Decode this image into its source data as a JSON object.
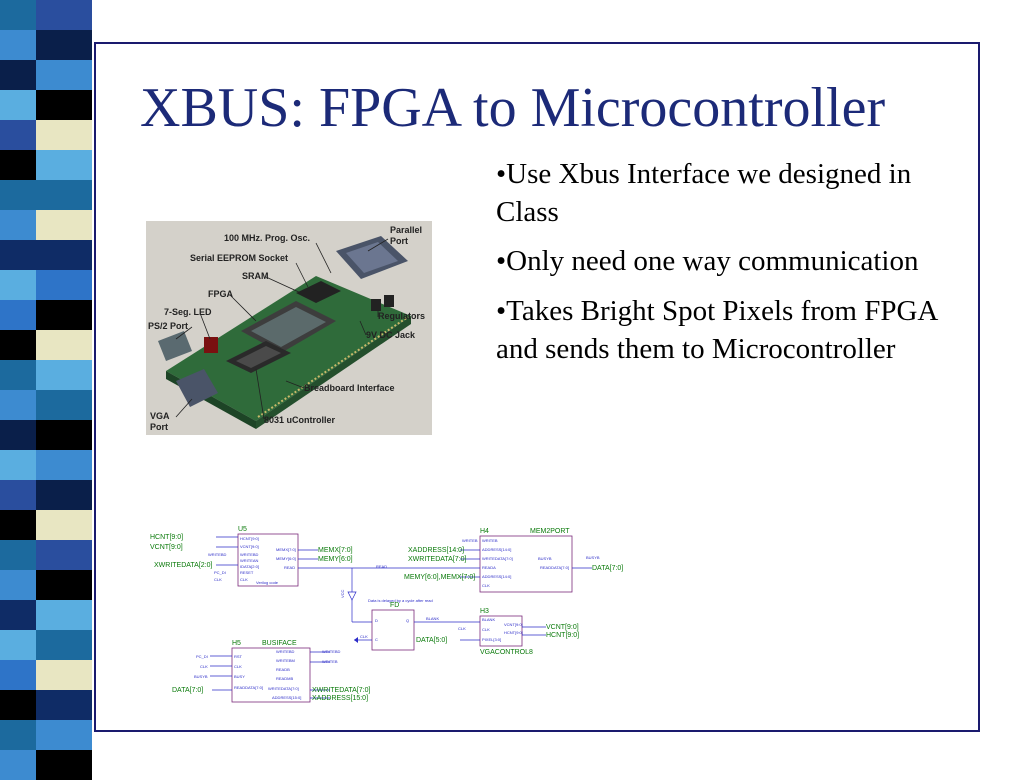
{
  "slide": {
    "title": "XBUS: FPGA to Microcontroller",
    "bullets": [
      "•Use Xbus Interface we designed in Class",
      "•Only need one way communication",
      "•Takes Bright Spot Pixels from FPGA and sends them to Microcontroller"
    ]
  },
  "photo": {
    "labels": {
      "osc": "100 MHz. Prog. Osc.",
      "parallel1": "Parallel",
      "parallel2": "Port",
      "eeprom": "Serial EEPROM Socket",
      "sram": "SRAM",
      "fpga": "FPGA",
      "led": "7-Seg. LED",
      "ps2": "PS/2 Port",
      "regulators": "Regulators",
      "dcjack": "9V DC Jack",
      "breadboard": "Breadboard Interface",
      "vga1": "VGA",
      "vga2": "Port",
      "ucontroller": "8031 uController"
    }
  },
  "schematic": {
    "u5": {
      "name": "U5",
      "in_hcnt": "HCNT[9:0]",
      "in_vcnt": "VCNT[9:0]",
      "in_wdata": "XWRITEDATA[2:0]",
      "pin_hcnt": "HCNT[9:0]",
      "pin_vcnt": "VCNT[9:0]",
      "pin_writebd": "WRITEBD",
      "pin_writean": "WRITEAN",
      "pin_idata": "IDATA[2:0]",
      "pin_reset": "RESET",
      "pin_clk": "CLK",
      "pin_memx": "MEMX[7:0]",
      "pin_memy": "MEMY[6:0]",
      "pin_read": "READ",
      "out_memx": "MEMX[7:0]",
      "out_memy": "MEMY[6:0]",
      "note": "Verilog code",
      "left_writebd": "WRITEBD",
      "left_pcdi": "PC_DI",
      "left_clk": "CLK"
    },
    "h4": {
      "name": "H4",
      "label": "MEM2PORT",
      "in_xaddr": "XADDRESS[14:0]",
      "in_xwdata": "XWRITEDATA[7:0]",
      "in_mem": "MEMY[6:0],MEMX[7:0]",
      "pin_writeb": "WRITEB",
      "pin_addr": "ADDRESS[14:0]",
      "pin_wdata": "WRITEDATA[7:0]",
      "pin_reada": "READA",
      "pin_rdata": "READDATA[7:0]",
      "pin_busyb": "BUSYB",
      "pin_addr2": "ADDRESS[14:0]",
      "pin_clk": "CLK",
      "out_data": "DATA[7:0]",
      "left_writeb": "WRITEB",
      "right_busyb": "BUSYB",
      "read_label": "READ"
    },
    "fd": {
      "name": "FD",
      "note": "Data is delayed by a cycle after read",
      "pin_d": "D",
      "pin_q": "Q",
      "pin_c": "C",
      "clk": "CLK",
      "blank": "BLANK"
    },
    "h3": {
      "name": "H3",
      "label": "VGACONTROL8",
      "pin_blank": "BLANK",
      "pin_clk": "CLK",
      "pin_pixel": "PIXEL[3:0]",
      "pin_vcnt": "VCNT[9:0]",
      "pin_hcnt": "HCNT[9:0]",
      "in_data": "DATA[5:0]",
      "out_vcnt": "VCNT[9:0]",
      "out_hcnt": "HCNT[9:0]",
      "clk": "CLK"
    },
    "h5": {
      "name": "H5",
      "label": "BUSIFACE",
      "left_pcdi": "PC_DI",
      "left_clk": "CLK",
      "left_busyb": "BUSYB",
      "in_data": "DATA[7:0]",
      "pin_rst": "RST",
      "pin_clk": "CLK",
      "pin_busy": "BUSY",
      "pin_rdata": "READDATA[7:0]",
      "pin_writebd": "WRITEBD",
      "pin_writebm": "WRITEBM",
      "pin_writeb": "WRITEB",
      "pin_readb": "READB",
      "pin_readmb": "READMB",
      "pin_wdata": "WRITEDATA[7:0]",
      "pin_addr": "ADDRESS[15:0]",
      "right_writebd": "WRITEBD",
      "right_writeb": "WRITEB",
      "out_wdata": "XWRITEDATA[7:0]",
      "out_addr": "XADDRESS[15:0]"
    },
    "misc": {
      "vdd": "VCC"
    }
  },
  "colors": {
    "title": "#1c2a78",
    "frame": "#1a1a6e",
    "wire": "#2b2bc8",
    "label_green": "#0a7a0a",
    "block": "#7a2a7a"
  }
}
